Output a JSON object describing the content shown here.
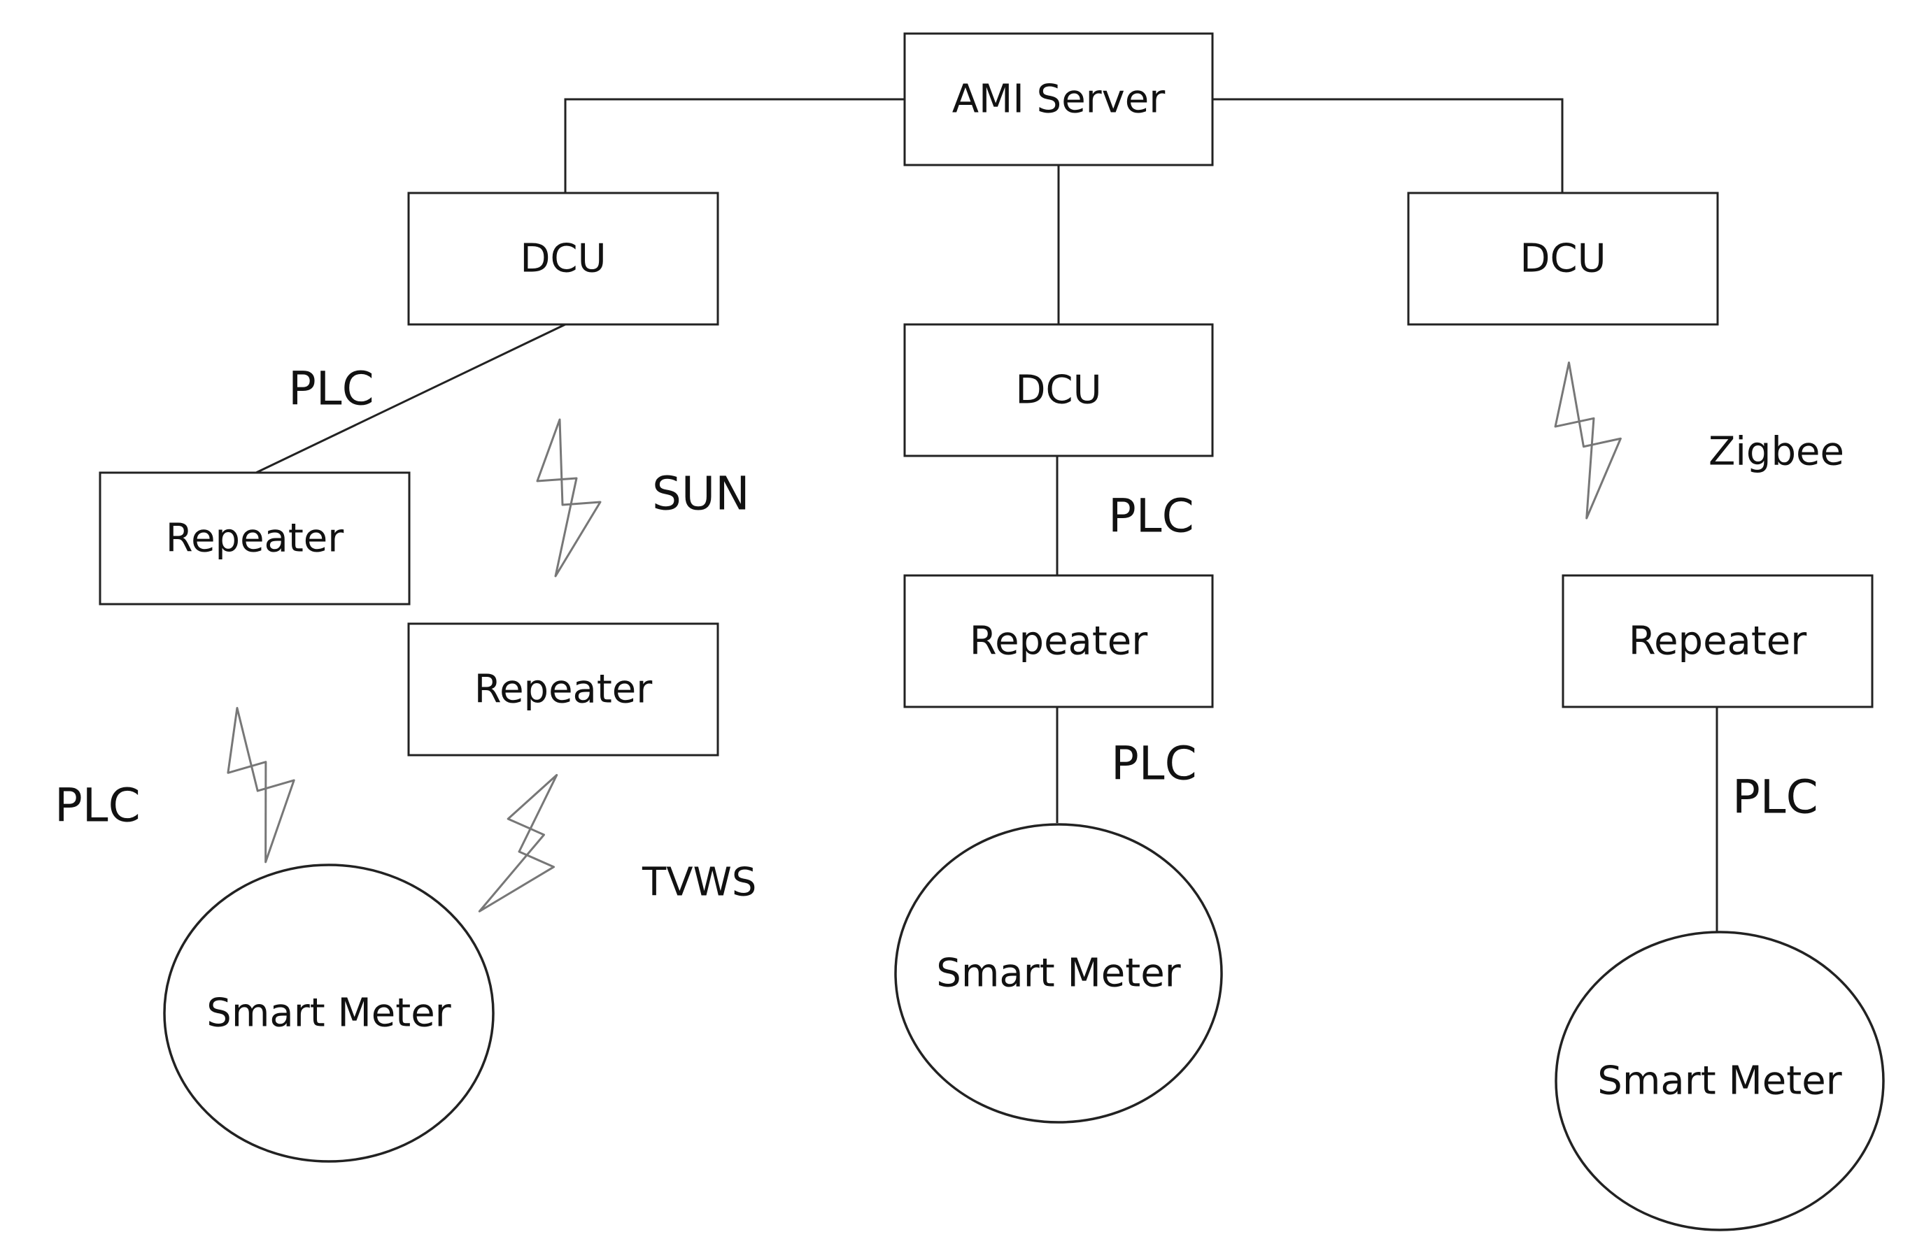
{
  "nodes": {
    "ami_server": "AMI Server",
    "dcu_left": "DCU",
    "dcu_center": "DCU",
    "dcu_right": "DCU",
    "repeater_left_1": "Repeater",
    "repeater_left_2": "Repeater",
    "repeater_center": "Repeater",
    "repeater_right": "Repeater",
    "meter_left": "Smart Meter",
    "meter_center": "Smart Meter",
    "meter_right": "Smart Meter"
  },
  "links": {
    "plc_dcu_repeater_left": "PLC",
    "sun": "SUN",
    "plc_meter_left": "PLC",
    "tvws": "TVWS",
    "plc_center_upper": "PLC",
    "plc_center_lower": "PLC",
    "zigbee": "Zigbee",
    "plc_right": "PLC"
  },
  "icons": {
    "wireless": "lightning-bolt-icon"
  }
}
